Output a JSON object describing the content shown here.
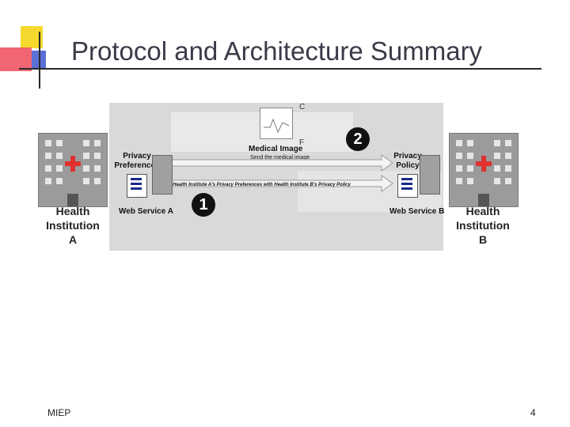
{
  "slide": {
    "title": "Protocol and Architecture Summary",
    "footer_left": "MIEP",
    "page_number": "4"
  },
  "diagram": {
    "institution_a": [
      "Health",
      "Institution",
      "A"
    ],
    "institution_b": [
      "Health",
      "Institution",
      "B"
    ],
    "web_service_a": "Web Service A",
    "web_service_b": "Web Service B",
    "privacy_preferences": [
      "Privacy",
      "Preferences"
    ],
    "privacy_policy": [
      "Privacy",
      "Policy"
    ],
    "medical_image": "Medical Image",
    "send_caption": "Send the medical image",
    "verify_caption": "Verify Health Institute A's Privacy Preferences with Health Institute B's Privacy Policy",
    "step_1": "1",
    "step_2": "2",
    "letter_c": "C",
    "letter_f": "F"
  },
  "colors": {
    "title": "#3a3a48",
    "panel": "#d8dad8",
    "cross": "#e03030",
    "accent_yellow": "#f5d92f",
    "accent_red": "#f04a5a",
    "accent_blue": "#5b6fd6"
  }
}
